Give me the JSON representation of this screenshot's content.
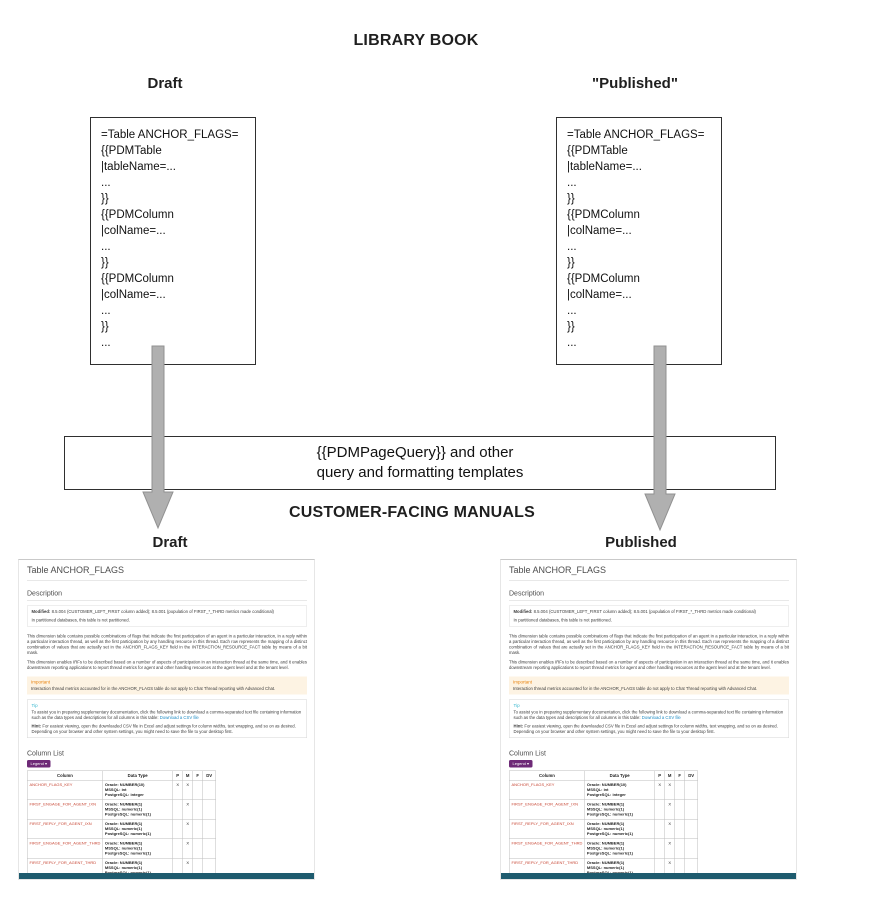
{
  "diagram": {
    "title": "LIBRARY BOOK",
    "draft_heading": "Draft",
    "published_heading": "\"Published\"",
    "code_text": "=Table ANCHOR_FLAGS=\n{{PDMTable\n|tableName=...\n...\n}}\n{{PDMColumn\n|colName=...\n...\n}}\n{{PDMColumn\n|colName=...\n...\n}}\n...",
    "templates_line1": "{{PDMPageQuery}} and other",
    "templates_line2": "query and formatting templates",
    "manuals_title": "CUSTOMER-FACING MANUALS",
    "manuals_draft_heading": "Draft",
    "manuals_published_heading": "Published"
  },
  "manual": {
    "page_title": "Table ANCHOR_FLAGS",
    "description_heading": "Description",
    "modified_label": "Modified:",
    "modified_text": "8.5.004 (CUSTOMER_LEFT_FIRST column added); 8.5.001 (population of FIRST_*_THRD metrics made conditional)",
    "partition_note": "In partitioned databases, this table is not partitioned.",
    "paragraph1": "This dimension table contains possible combinations of flags that indicate the first participation of an agent in a particular interaction, in a reply within a particular interaction thread, as well as the first participation by any handling resource in this thread. Each row represents the mapping of a distinct combination of values that are actually set in the ANCHOR_FLAGS_KEY field in the INTERACTION_RESOURCE_FACT table by means of a bit mask.",
    "paragraph2": "This dimension enables IRFs to be described based on a number of aspects of participation in an interaction thread at the same time, and it enables downstream reporting applications to report thread metrics for agent and other handling resources at the agent level and at the tenant level.",
    "important_label": "Important",
    "important_text": "Interaction thread metrics accounted for in the ANCHOR_FLAGS table do not apply to Chat Thread reporting with Advanced Chat.",
    "tip_label": "Tip",
    "tip_text": "To assist you in preparing supplementary documentation, click the following link to download a comma-separated text file containing information such as the data types and descriptions for all columns in this table:",
    "tip_link": "Download a CSV file",
    "hint_label": "Hint:",
    "hint_text": "For easiest viewing, open the downloaded CSV file in Excel and adjust settings for column widths, text wrapping, and so on as desired. Depending on your browser and other system settings, you might need to save the file to your desktop first.",
    "column_list_heading": "Column List",
    "legend_label": "Legend",
    "table": {
      "headers": [
        "Column",
        "Data Type",
        "P",
        "M",
        "F",
        "DV"
      ],
      "rows": [
        {
          "name": "ANCHOR_FLAGS_KEY",
          "l1": "Oracle: NUMBER(10)",
          "l2": "MSSQL: int",
          "l3": "PostgreSQL: integer",
          "p": "X",
          "m": "X",
          "f": "",
          "dv": ""
        },
        {
          "name": "FIRST_ENGAGE_FOR_AGENT_IXN",
          "l1": "Oracle: NUMBER(1)",
          "l2": "MSSQL: numeric(1)",
          "l3": "PostgreSQL: numeric(1)",
          "p": "",
          "m": "X",
          "f": "",
          "dv": ""
        },
        {
          "name": "FIRST_REPLY_FOR_AGENT_IXN",
          "l1": "Oracle: NUMBER(1)",
          "l2": "MSSQL: numeric(1)",
          "l3": "PostgreSQL: numeric(1)",
          "p": "",
          "m": "X",
          "f": "",
          "dv": ""
        },
        {
          "name": "FIRST_ENGAGE_FOR_AGENT_THRD",
          "l1": "Oracle: NUMBER(1)",
          "l2": "MSSQL: numeric(1)",
          "l3": "PostgreSQL: numeric(1)",
          "p": "",
          "m": "X",
          "f": "",
          "dv": ""
        },
        {
          "name": "FIRST_REPLY_FOR_AGENT_THRD",
          "l1": "Oracle: NUMBER(1)",
          "l2": "MSSQL: numeric(1)",
          "l3": "PostgreSQL: numeric(1)",
          "p": "",
          "m": "X",
          "f": "",
          "dv": ""
        }
      ]
    }
  },
  "icons": {
    "caret_down_icon": "▾"
  },
  "colors": {
    "column_link_red": "#c74634",
    "important_orange": "#e8820c",
    "tip_teal": "#35b6ce",
    "csv_link_blue": "#1e8bc3",
    "legend_purple": "#6e2a77",
    "footer_bar_teal": "#1e5b6e",
    "arrow_gray": "#b0b0b0"
  }
}
